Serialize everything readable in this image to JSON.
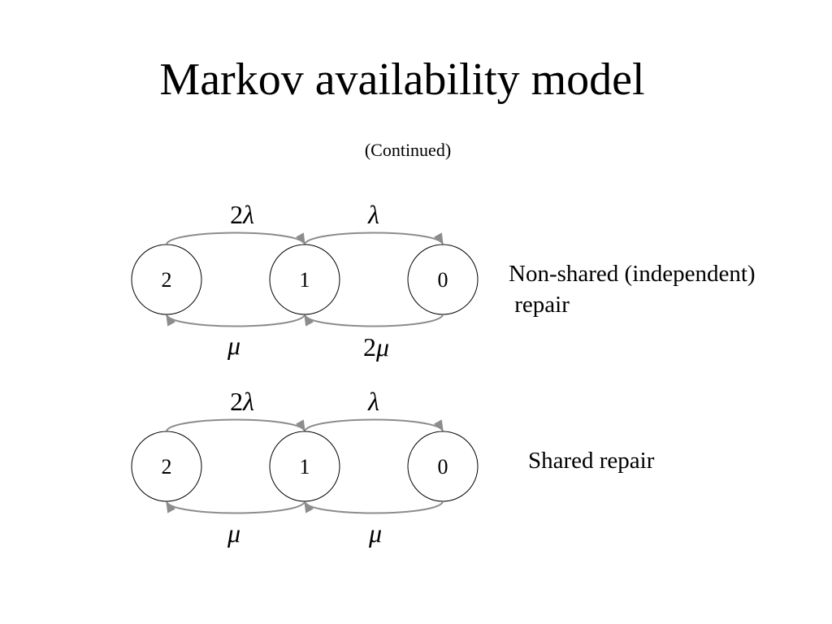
{
  "slide": {
    "title": "Markov availability model",
    "subtitle": "(Continued)"
  },
  "diagrams": [
    {
      "caption_line1": "Non-shared (independent)",
      "caption_line2": " repair",
      "states": [
        "2",
        "1",
        "0"
      ],
      "rates_top": [
        {
          "coef": "2",
          "sym": "λ"
        },
        {
          "coef": "",
          "sym": "λ"
        }
      ],
      "rates_bottom": [
        {
          "coef": "",
          "sym": "μ"
        },
        {
          "coef": "2",
          "sym": "μ"
        }
      ]
    },
    {
      "caption_line1": "Shared repair",
      "caption_line2": "",
      "states": [
        "2",
        "1",
        "0"
      ],
      "rates_top": [
        {
          "coef": "2",
          "sym": "λ"
        },
        {
          "coef": "",
          "sym": "λ"
        }
      ],
      "rates_bottom": [
        {
          "coef": "",
          "sym": "μ"
        },
        {
          "coef": "",
          "sym": "μ"
        }
      ]
    }
  ],
  "colors": {
    "arrow": "#8c8c8c",
    "node_stroke": "#000000"
  }
}
